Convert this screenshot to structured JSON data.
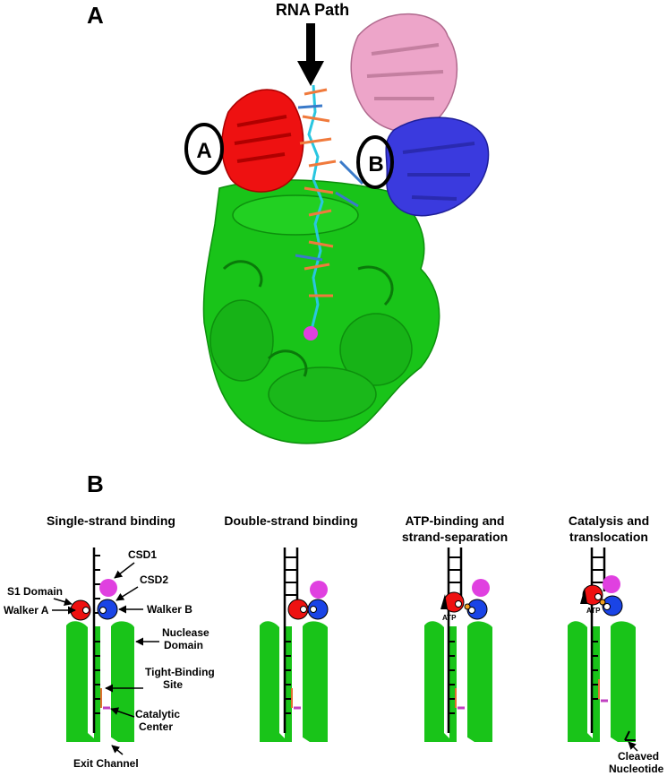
{
  "panel_a": {
    "letter": "A",
    "rna_path_label": "RNA Path",
    "site_a_label": "A",
    "site_b_label": "B",
    "colors": {
      "nuclease_green": "#19c419",
      "s1_red": "#ee1111",
      "csd1_pink": "#eda5c9",
      "csd2_blue": "#3a3ade",
      "rna_cyan": "#29c6e0",
      "rna_orange": "#f07a3c",
      "metal_magenta": "#e040e0"
    }
  },
  "panel_b": {
    "letter": "B",
    "stages": [
      {
        "title_line1": "Single-strand binding",
        "title_line2": ""
      },
      {
        "title_line1": "Double-strand binding",
        "title_line2": ""
      },
      {
        "title_line1": "ATP-binding and",
        "title_line2": "strand-separation"
      },
      {
        "title_line1": "Catalysis and",
        "title_line2": "translocation"
      }
    ],
    "labels": {
      "csd1": "CSD1",
      "csd2": "CSD2",
      "s1_domain": "S1 Domain",
      "walker_a": "Walker A",
      "walker_b": "Walker B",
      "nuclease_line1": "Nuclease",
      "nuclease_line2": "Domain",
      "tight_line1": "Tight-Binding",
      "tight_line2": "Site",
      "catalytic_line1": "Catalytic",
      "catalytic_line2": "Center",
      "exit_channel": "Exit Channel",
      "atp": "ATP",
      "cleaved_line1": "Cleaved",
      "cleaved_line2": "Nucleotide"
    }
  }
}
